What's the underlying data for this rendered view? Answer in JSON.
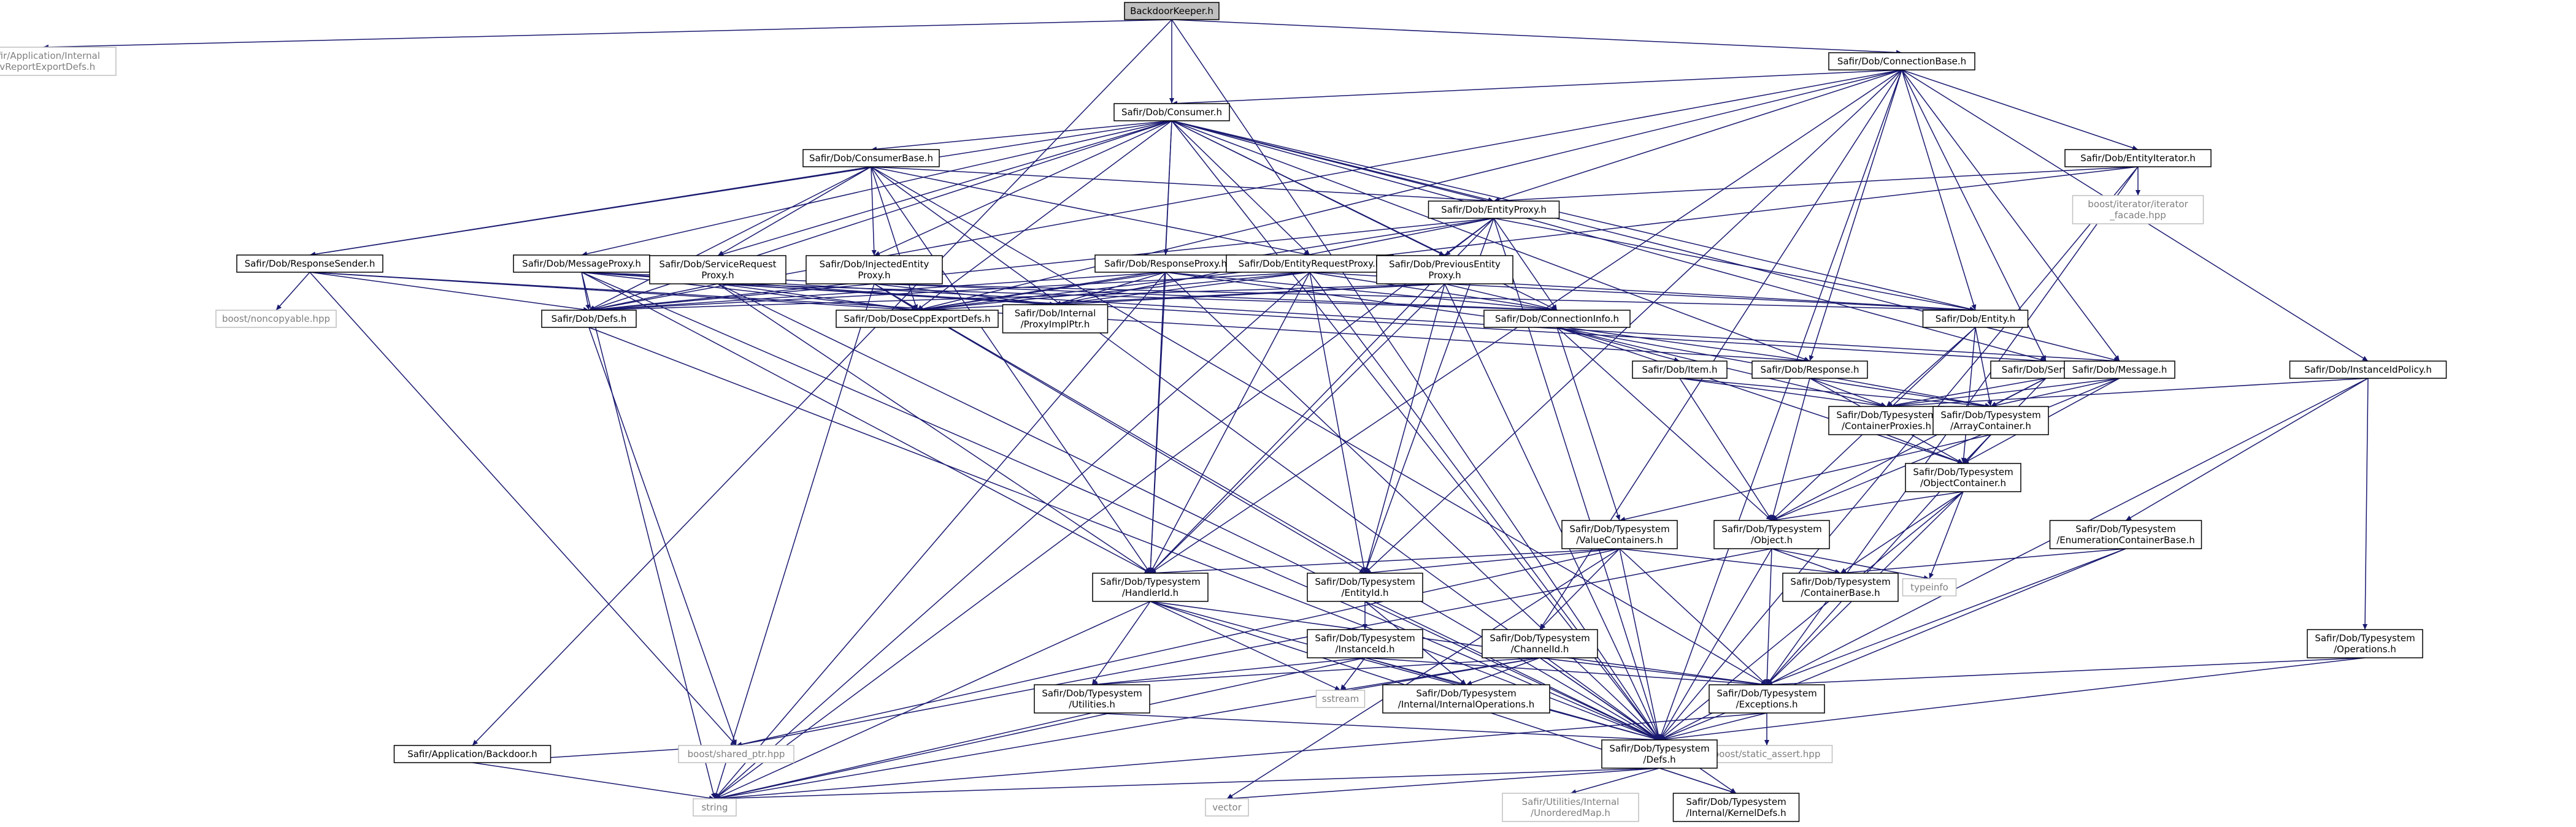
{
  "page": {
    "title": "BackdoorKeeper.h include dependency graph"
  },
  "colors": {
    "edge": "#191970",
    "root_fill": "#bfbfbf",
    "external_stroke": "#bfbfbf",
    "external_text": "#7f7f7f"
  },
  "nodes": [
    {
      "id": "root",
      "lines": [
        "BackdoorKeeper.h"
      ]
    },
    {
      "id": "svreport",
      "lines": [
        "Safir/Application/Internal",
        "/SvReportExportDefs.h"
      ]
    },
    {
      "id": "connbase",
      "lines": [
        "Safir/Dob/ConnectionBase.h"
      ]
    },
    {
      "id": "consumer",
      "lines": [
        "Safir/Dob/Consumer.h"
      ]
    },
    {
      "id": "consumerbase",
      "lines": [
        "Safir/Dob/ConsumerBase.h"
      ]
    },
    {
      "id": "entityiter",
      "lines": [
        "Safir/Dob/EntityIterator.h"
      ]
    },
    {
      "id": "iterfacade",
      "lines": [
        "boost/iterator/iterator",
        "_facade.hpp"
      ]
    },
    {
      "id": "entityproxy",
      "lines": [
        "Safir/Dob/EntityProxy.h"
      ]
    },
    {
      "id": "respsender",
      "lines": [
        "Safir/Dob/ResponseSender.h"
      ]
    },
    {
      "id": "noncopyable",
      "lines": [
        "boost/noncopyable.hpp"
      ]
    },
    {
      "id": "msgproxy",
      "lines": [
        "Safir/Dob/MessageProxy.h"
      ]
    },
    {
      "id": "svcreqproxy",
      "lines": [
        "Safir/Dob/ServiceRequest",
        "Proxy.h"
      ]
    },
    {
      "id": "injproxy",
      "lines": [
        "Safir/Dob/InjectedEntity",
        "Proxy.h"
      ]
    },
    {
      "id": "respproxy",
      "lines": [
        "Safir/Dob/ResponseProxy.h"
      ]
    },
    {
      "id": "entreqproxy",
      "lines": [
        "Safir/Dob/EntityRequestProxy.h"
      ]
    },
    {
      "id": "prevproxy",
      "lines": [
        "Safir/Dob/PreviousEntity",
        "Proxy.h"
      ]
    },
    {
      "id": "defs",
      "lines": [
        "Safir/Dob/Defs.h"
      ]
    },
    {
      "id": "doseexp",
      "lines": [
        "Safir/Dob/DoseCppExportDefs.h"
      ]
    },
    {
      "id": "proxyimpl",
      "lines": [
        "Safir/Dob/Internal",
        "/ProxyImplPtr.h"
      ]
    },
    {
      "id": "conninfo",
      "lines": [
        "Safir/Dob/ConnectionInfo.h"
      ]
    },
    {
      "id": "entity",
      "lines": [
        "Safir/Dob/Entity.h"
      ]
    },
    {
      "id": "item",
      "lines": [
        "Safir/Dob/Item.h"
      ]
    },
    {
      "id": "response",
      "lines": [
        "Safir/Dob/Response.h"
      ]
    },
    {
      "id": "service",
      "lines": [
        "Safir/Dob/Service.h"
      ]
    },
    {
      "id": "message",
      "lines": [
        "Safir/Dob/Message.h"
      ]
    },
    {
      "id": "instpolicy",
      "lines": [
        "Safir/Dob/InstanceIdPolicy.h"
      ]
    },
    {
      "id": "contproxies",
      "lines": [
        "Safir/Dob/Typesystem",
        "/ContainerProxies.h"
      ]
    },
    {
      "id": "arraycont",
      "lines": [
        "Safir/Dob/Typesystem",
        "/ArrayContainer.h"
      ]
    },
    {
      "id": "objcont",
      "lines": [
        "Safir/Dob/Typesystem",
        "/ObjectContainer.h"
      ]
    },
    {
      "id": "valuecont",
      "lines": [
        "Safir/Dob/Typesystem",
        "/ValueContainers.h"
      ]
    },
    {
      "id": "object",
      "lines": [
        "Safir/Dob/Typesystem",
        "/Object.h"
      ]
    },
    {
      "id": "enumcont",
      "lines": [
        "Safir/Dob/Typesystem",
        "/EnumerationContainerBase.h"
      ]
    },
    {
      "id": "handlerid",
      "lines": [
        "Safir/Dob/Typesystem",
        "/HandlerId.h"
      ]
    },
    {
      "id": "entityid",
      "lines": [
        "Safir/Dob/Typesystem",
        "/EntityId.h"
      ]
    },
    {
      "id": "contbase",
      "lines": [
        "Safir/Dob/Typesystem",
        "/ContainerBase.h"
      ]
    },
    {
      "id": "typeinfo",
      "lines": [
        "typeinfo"
      ]
    },
    {
      "id": "instanceid",
      "lines": [
        "Safir/Dob/Typesystem",
        "/InstanceId.h"
      ]
    },
    {
      "id": "channelid",
      "lines": [
        "Safir/Dob/Typesystem",
        "/ChannelId.h"
      ]
    },
    {
      "id": "ops",
      "lines": [
        "Safir/Dob/Typesystem",
        "/Operations.h"
      ]
    },
    {
      "id": "utilities",
      "lines": [
        "Safir/Dob/Typesystem",
        "/Utilities.h"
      ]
    },
    {
      "id": "sstream",
      "lines": [
        "sstream"
      ]
    },
    {
      "id": "intops",
      "lines": [
        "Safir/Dob/Typesystem",
        "/Internal/InternalOperations.h"
      ]
    },
    {
      "id": "exceptions",
      "lines": [
        "Safir/Dob/Typesystem",
        "/Exceptions.h"
      ]
    },
    {
      "id": "backdoor",
      "lines": [
        "Safir/Application/Backdoor.h"
      ]
    },
    {
      "id": "sharedptr",
      "lines": [
        "boost/shared_ptr.hpp"
      ]
    },
    {
      "id": "staticassert",
      "lines": [
        "boost/static_assert.hpp"
      ]
    },
    {
      "id": "tsdefs",
      "lines": [
        "Safir/Dob/Typesystem",
        "/Defs.h"
      ]
    },
    {
      "id": "string",
      "lines": [
        "string"
      ]
    },
    {
      "id": "vector",
      "lines": [
        "vector"
      ]
    },
    {
      "id": "unordered",
      "lines": [
        "Safir/Utilities/Internal",
        "/UnorderedMap.h"
      ]
    },
    {
      "id": "kerneldefs",
      "lines": [
        "Safir/Dob/Typesystem",
        "/Internal/KernelDefs.h"
      ]
    }
  ],
  "edges": [
    [
      "root",
      "svreport"
    ],
    [
      "root",
      "connbase"
    ],
    [
      "root",
      "consumer"
    ],
    [
      "root",
      "backdoor"
    ],
    [
      "root",
      "tsdefs"
    ],
    [
      "connbase",
      "consumer"
    ],
    [
      "connbase",
      "entityiter"
    ],
    [
      "connbase",
      "entityproxy"
    ],
    [
      "connbase",
      "defs"
    ],
    [
      "connbase",
      "doseexp"
    ],
    [
      "connbase",
      "entity"
    ],
    [
      "connbase",
      "response"
    ],
    [
      "connbase",
      "service"
    ],
    [
      "connbase",
      "message"
    ],
    [
      "connbase",
      "instpolicy"
    ],
    [
      "connbase",
      "handlerid"
    ],
    [
      "connbase",
      "channelid"
    ],
    [
      "connbase",
      "entityid"
    ],
    [
      "connbase",
      "tsdefs"
    ],
    [
      "consumer",
      "consumerbase"
    ],
    [
      "consumer",
      "entityproxy"
    ],
    [
      "consumer",
      "respsender"
    ],
    [
      "consumer",
      "msgproxy"
    ],
    [
      "consumer",
      "svcreqproxy"
    ],
    [
      "consumer",
      "injproxy"
    ],
    [
      "consumer",
      "respproxy"
    ],
    [
      "consumer",
      "entreqproxy"
    ],
    [
      "consumer",
      "prevproxy"
    ],
    [
      "consumer",
      "defs"
    ],
    [
      "consumer",
      "doseexp"
    ],
    [
      "consumer",
      "conninfo"
    ],
    [
      "consumer",
      "entity"
    ],
    [
      "consumer",
      "response"
    ],
    [
      "consumer",
      "service"
    ],
    [
      "consumer",
      "message"
    ],
    [
      "consumer",
      "handlerid"
    ],
    [
      "consumer",
      "tsdefs"
    ],
    [
      "consumerbase",
      "defs"
    ],
    [
      "consumerbase",
      "doseexp"
    ],
    [
      "consumerbase",
      "respsender"
    ],
    [
      "consumerbase",
      "svcreqproxy"
    ],
    [
      "consumerbase",
      "injproxy"
    ],
    [
      "consumerbase",
      "entityproxy"
    ],
    [
      "consumerbase",
      "entreqproxy"
    ],
    [
      "consumerbase",
      "handlerid"
    ],
    [
      "consumerbase",
      "tsdefs"
    ],
    [
      "consumerbase",
      "exceptions"
    ],
    [
      "entityiter",
      "iterfacade"
    ],
    [
      "entityiter",
      "entityproxy"
    ],
    [
      "entityiter",
      "doseexp"
    ],
    [
      "entityiter",
      "tsdefs"
    ],
    [
      "entityiter",
      "exceptions"
    ],
    [
      "entityproxy",
      "doseexp"
    ],
    [
      "entityproxy",
      "defs"
    ],
    [
      "entityproxy",
      "proxyimpl"
    ],
    [
      "entityproxy",
      "prevproxy"
    ],
    [
      "entityproxy",
      "conninfo"
    ],
    [
      "entityproxy",
      "entity"
    ],
    [
      "entityproxy",
      "handlerid"
    ],
    [
      "entityproxy",
      "entityid"
    ],
    [
      "entityproxy",
      "string"
    ],
    [
      "entityproxy",
      "tsdefs"
    ],
    [
      "respsender",
      "noncopyable"
    ],
    [
      "respsender",
      "sharedptr"
    ],
    [
      "respsender",
      "doseexp"
    ],
    [
      "respsender",
      "defs"
    ],
    [
      "respsender",
      "response"
    ],
    [
      "msgproxy",
      "doseexp"
    ],
    [
      "msgproxy",
      "defs"
    ],
    [
      "msgproxy",
      "proxyimpl"
    ],
    [
      "msgproxy",
      "conninfo"
    ],
    [
      "msgproxy",
      "message"
    ],
    [
      "msgproxy",
      "handlerid"
    ],
    [
      "msgproxy",
      "string"
    ],
    [
      "msgproxy",
      "tsdefs"
    ],
    [
      "svcreqproxy",
      "doseexp"
    ],
    [
      "svcreqproxy",
      "defs"
    ],
    [
      "svcreqproxy",
      "proxyimpl"
    ],
    [
      "svcreqproxy",
      "conninfo"
    ],
    [
      "svcreqproxy",
      "service"
    ],
    [
      "svcreqproxy",
      "handlerid"
    ],
    [
      "svcreqproxy",
      "tsdefs"
    ],
    [
      "injproxy",
      "doseexp"
    ],
    [
      "injproxy",
      "defs"
    ],
    [
      "injproxy",
      "proxyimpl"
    ],
    [
      "injproxy",
      "entity"
    ],
    [
      "injproxy",
      "entityid"
    ],
    [
      "injproxy",
      "string"
    ],
    [
      "injproxy",
      "tsdefs"
    ],
    [
      "respproxy",
      "doseexp"
    ],
    [
      "respproxy",
      "defs"
    ],
    [
      "respproxy",
      "proxyimpl"
    ],
    [
      "respproxy",
      "conninfo"
    ],
    [
      "respproxy",
      "response"
    ],
    [
      "respproxy",
      "handlerid"
    ],
    [
      "respproxy",
      "string"
    ],
    [
      "respproxy",
      "tsdefs"
    ],
    [
      "entreqproxy",
      "doseexp"
    ],
    [
      "entreqproxy",
      "defs"
    ],
    [
      "entreqproxy",
      "proxyimpl"
    ],
    [
      "entreqproxy",
      "conninfo"
    ],
    [
      "entreqproxy",
      "entity"
    ],
    [
      "entreqproxy",
      "handlerid"
    ],
    [
      "entreqproxy",
      "entityid"
    ],
    [
      "entreqproxy",
      "string"
    ],
    [
      "entreqproxy",
      "tsdefs"
    ],
    [
      "prevproxy",
      "doseexp"
    ],
    [
      "prevproxy",
      "defs"
    ],
    [
      "prevproxy",
      "proxyimpl"
    ],
    [
      "prevproxy",
      "conninfo"
    ],
    [
      "prevproxy",
      "entity"
    ],
    [
      "prevproxy",
      "handlerid"
    ],
    [
      "prevproxy",
      "entityid"
    ],
    [
      "prevproxy",
      "tsdefs"
    ],
    [
      "defs",
      "sharedptr"
    ],
    [
      "defs",
      "tsdefs"
    ],
    [
      "conninfo",
      "item"
    ],
    [
      "conninfo",
      "arraycont"
    ],
    [
      "conninfo",
      "contproxies"
    ],
    [
      "conninfo",
      "valuecont"
    ],
    [
      "conninfo",
      "objcont"
    ],
    [
      "conninfo",
      "object"
    ],
    [
      "entity",
      "contproxies"
    ],
    [
      "entity",
      "arraycont"
    ],
    [
      "entity",
      "objcont"
    ],
    [
      "entity",
      "object"
    ],
    [
      "item",
      "contproxies"
    ],
    [
      "item",
      "arraycont"
    ],
    [
      "item",
      "object"
    ],
    [
      "response",
      "contproxies"
    ],
    [
      "response",
      "arraycont"
    ],
    [
      "response",
      "objcont"
    ],
    [
      "response",
      "object"
    ],
    [
      "service",
      "contproxies"
    ],
    [
      "service",
      "arraycont"
    ],
    [
      "service",
      "objcont"
    ],
    [
      "service",
      "object"
    ],
    [
      "message",
      "contproxies"
    ],
    [
      "message",
      "arraycont"
    ],
    [
      "message",
      "objcont"
    ],
    [
      "message",
      "object"
    ],
    [
      "instpolicy",
      "contproxies"
    ],
    [
      "instpolicy",
      "enumcont"
    ],
    [
      "instpolicy",
      "ops"
    ],
    [
      "instpolicy",
      "tsdefs"
    ],
    [
      "contproxies",
      "objcont"
    ],
    [
      "arraycont",
      "objcont"
    ],
    [
      "arraycont",
      "valuecont"
    ],
    [
      "arraycont",
      "exceptions"
    ],
    [
      "objcont",
      "object"
    ],
    [
      "objcont",
      "contbase"
    ],
    [
      "objcont",
      "typeinfo"
    ],
    [
      "objcont",
      "exceptions"
    ],
    [
      "objcont",
      "tsdefs"
    ],
    [
      "valuecont",
      "handlerid"
    ],
    [
      "valuecont",
      "entityid"
    ],
    [
      "valuecont",
      "channelid"
    ],
    [
      "valuecont",
      "contbase"
    ],
    [
      "valuecont",
      "exceptions"
    ],
    [
      "valuecont",
      "sharedptr"
    ],
    [
      "valuecont",
      "vector"
    ],
    [
      "valuecont",
      "tsdefs"
    ],
    [
      "object",
      "contbase"
    ],
    [
      "object",
      "typeinfo"
    ],
    [
      "object",
      "exceptions"
    ],
    [
      "object",
      "sharedptr"
    ],
    [
      "object",
      "tsdefs"
    ],
    [
      "enumcont",
      "contbase"
    ],
    [
      "enumcont",
      "exceptions"
    ],
    [
      "enumcont",
      "tsdefs"
    ],
    [
      "handlerid",
      "utilities"
    ],
    [
      "handlerid",
      "sstream"
    ],
    [
      "handlerid",
      "exceptions"
    ],
    [
      "handlerid",
      "string"
    ],
    [
      "handlerid",
      "tsdefs"
    ],
    [
      "handlerid",
      "kerneldefs"
    ],
    [
      "entityid",
      "instanceid"
    ],
    [
      "entityid",
      "intops"
    ],
    [
      "entityid",
      "tsdefs"
    ],
    [
      "instanceid",
      "utilities"
    ],
    [
      "instanceid",
      "sstream"
    ],
    [
      "instanceid",
      "intops"
    ],
    [
      "instanceid",
      "exceptions"
    ],
    [
      "instanceid",
      "string"
    ],
    [
      "instanceid",
      "tsdefs"
    ],
    [
      "channelid",
      "utilities"
    ],
    [
      "channelid",
      "sstream"
    ],
    [
      "channelid",
      "intops"
    ],
    [
      "channelid",
      "exceptions"
    ],
    [
      "channelid",
      "string"
    ],
    [
      "channelid",
      "tsdefs"
    ],
    [
      "channelid",
      "kerneldefs"
    ],
    [
      "ops",
      "exceptions"
    ],
    [
      "ops",
      "tsdefs"
    ],
    [
      "utilities",
      "string"
    ],
    [
      "utilities",
      "tsdefs"
    ],
    [
      "exceptions",
      "staticassert"
    ],
    [
      "exceptions",
      "tsdefs"
    ],
    [
      "exceptions",
      "string"
    ],
    [
      "backdoor",
      "sharedptr"
    ],
    [
      "backdoor",
      "string"
    ],
    [
      "tsdefs",
      "string"
    ],
    [
      "tsdefs",
      "vector"
    ],
    [
      "tsdefs",
      "unordered"
    ],
    [
      "tsdefs",
      "kerneldefs"
    ]
  ]
}
